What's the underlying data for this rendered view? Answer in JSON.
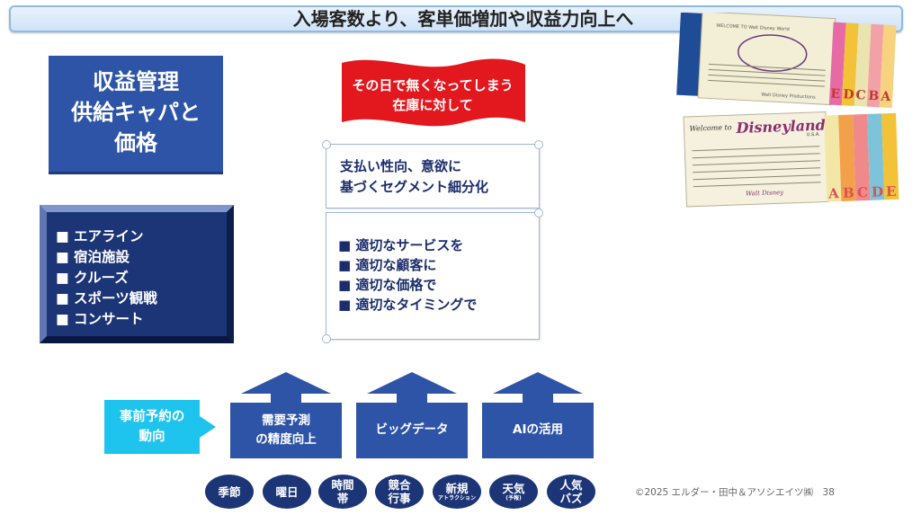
{
  "title": "入場客数より、客単価増加や収益力向上へ",
  "revenue_box": {
    "lines": [
      "収益管理",
      "供給キャパと",
      "価格"
    ]
  },
  "industries": [
    "■ エアライン",
    "■ 宿泊施設",
    "■ クルーズ",
    "■ スポーツ観戦",
    "■ コンサート"
  ],
  "flag": {
    "lines": [
      "その日で無くなってしまう",
      "在庫に対して"
    ]
  },
  "segmentation": {
    "lines": [
      "支払い性向、意欲に",
      "基づくセグメント細分化"
    ]
  },
  "right_items": [
    "■ 適切なサービスを",
    "■ 適切な顧客に",
    "■ 適切な価格で",
    "■ 適切なタイミングで"
  ],
  "photo": {
    "top_ticket_header": "WELCOME TO Walt Disney World",
    "top_ticket_sign": "Walt Disney Productions",
    "top_ticket_letters": [
      "E",
      "D",
      "C",
      "B",
      "A"
    ],
    "bottom_ticket_welcome": "Welcome to",
    "bottom_ticket_logo": "Disneyland",
    "bottom_ticket_usa": "U.S.A.",
    "bottom_ticket_sign": "Walt Disney",
    "bottom_ticket_letters": [
      "A",
      "B",
      "C",
      "D",
      "E"
    ]
  },
  "advance": {
    "lines": [
      "事前予約の",
      "動向"
    ]
  },
  "blocks": [
    {
      "lines": [
        "需要予測",
        "の精度向上"
      ]
    },
    {
      "lines": [
        "ビッグデータ"
      ]
    },
    {
      "lines": [
        "AIの活用"
      ]
    }
  ],
  "ovals": [
    {
      "main": "季節"
    },
    {
      "main": "曜日"
    },
    {
      "main": "時間帯"
    },
    {
      "main": "競合行事"
    },
    {
      "main": "新規",
      "sub": "アトラクション"
    },
    {
      "main": "天気",
      "sub": "(予報)"
    },
    {
      "main": "人気バズ"
    }
  ],
  "footer": "©2025 エルダー・田中＆アソシエイツ㈱　38",
  "colors": {
    "navy": "#2e54a8",
    "dark_navy": "#1c3577",
    "flag_red": "#e3171e",
    "cyan": "#1ec3ee",
    "title_bg": "#cfe3f8"
  }
}
